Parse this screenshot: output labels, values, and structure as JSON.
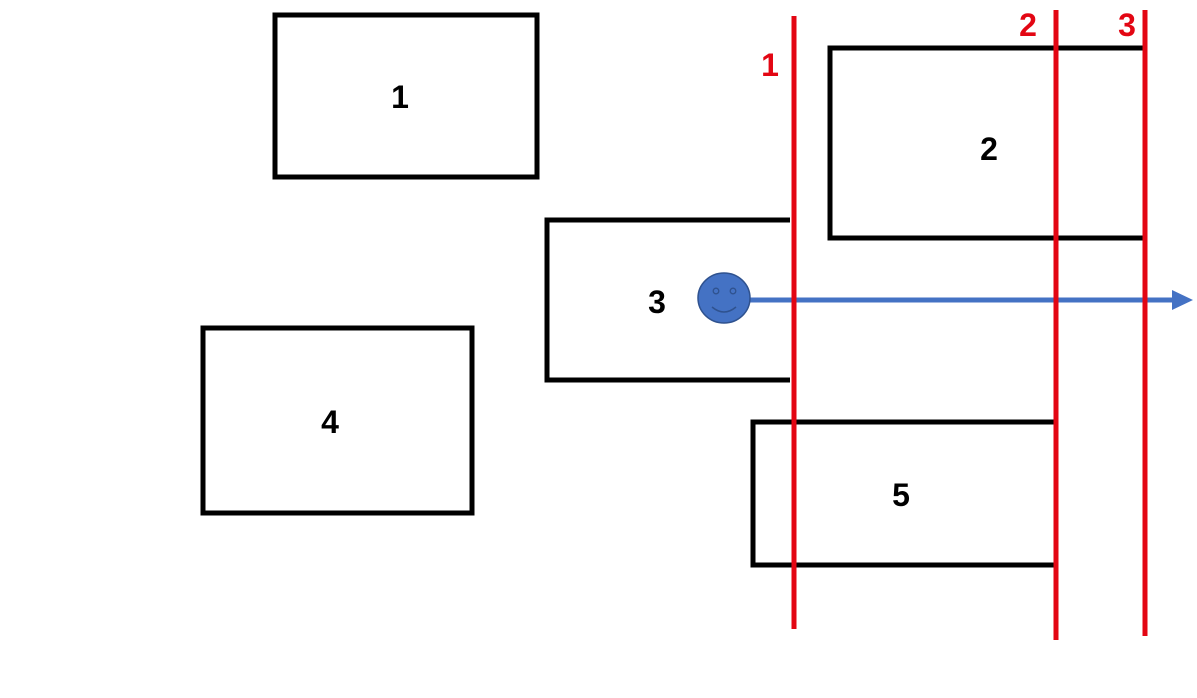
{
  "diagram": {
    "boxes": [
      {
        "id": "box-1",
        "label": "1"
      },
      {
        "id": "box-2",
        "label": "2"
      },
      {
        "id": "box-3",
        "label": "3"
      },
      {
        "id": "box-4",
        "label": "4"
      },
      {
        "id": "box-5",
        "label": "5"
      }
    ],
    "lines": [
      {
        "id": "line-1",
        "label": "1"
      },
      {
        "id": "line-2",
        "label": "2"
      },
      {
        "id": "line-3",
        "label": "3"
      }
    ],
    "colors": {
      "box_stroke": "#000000",
      "line": "#e30613",
      "line_label": "#e30613",
      "arrow": "#4472c4",
      "smiley_fill": "#4472c4",
      "smiley_stroke": "#2f528f"
    },
    "icons": {
      "agent": "smiley-face-icon",
      "ray": "arrow-right-icon"
    }
  }
}
